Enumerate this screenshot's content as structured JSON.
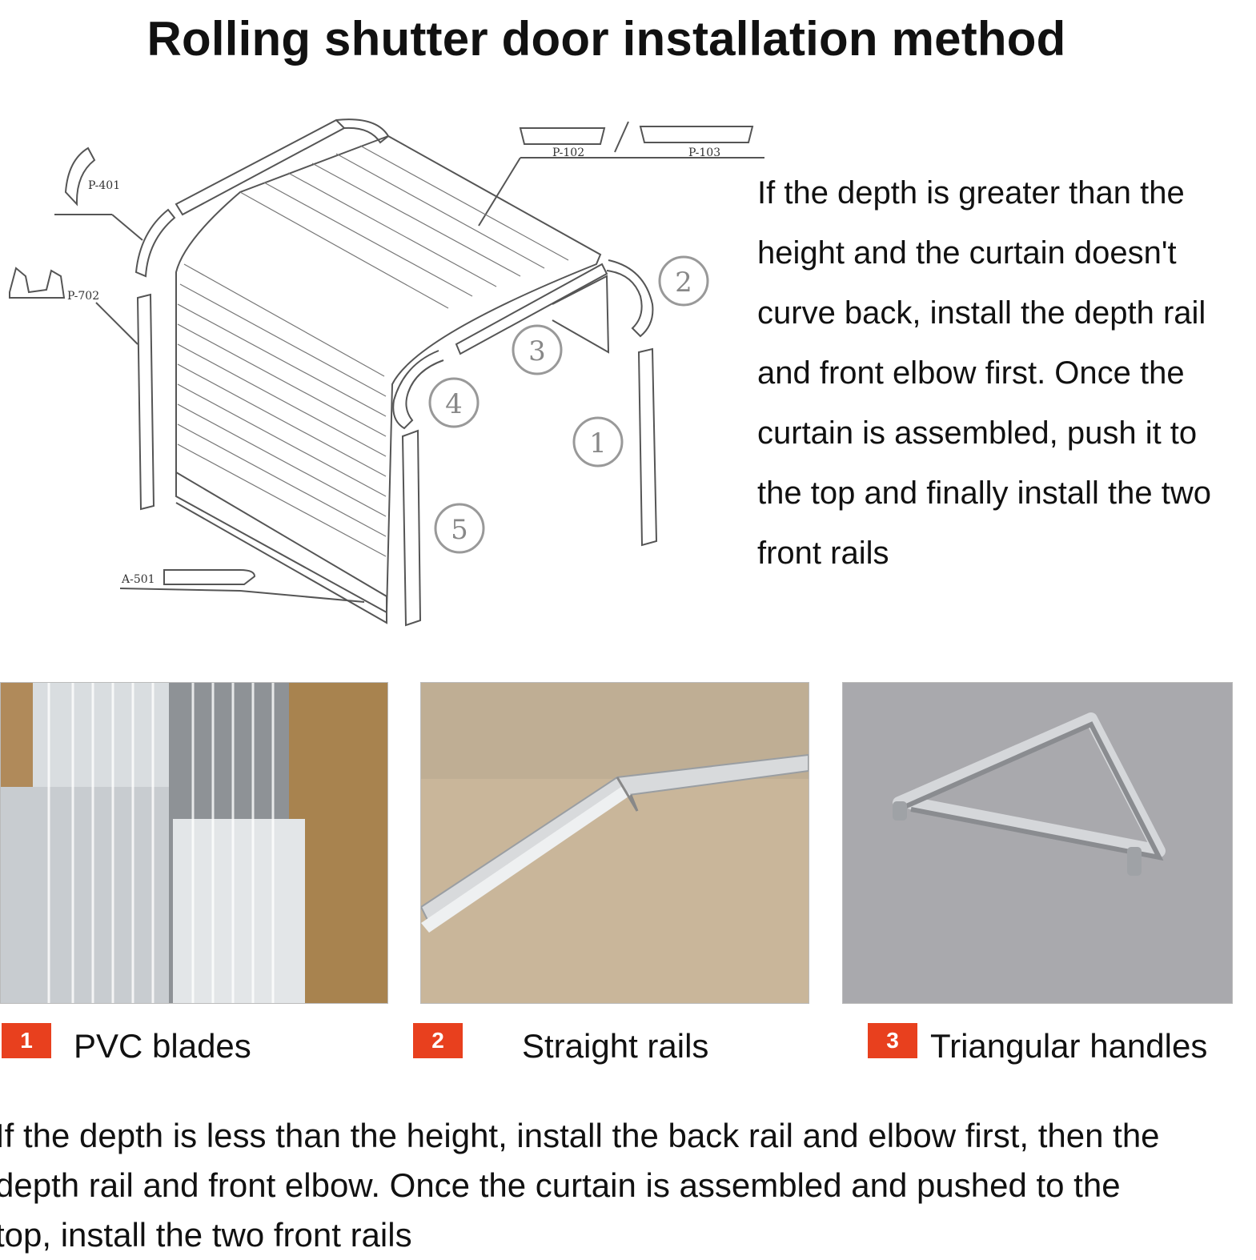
{
  "title": "Rolling shutter door installation method",
  "diagram": {
    "part_labels": {
      "p401": "P-401",
      "p702": "P-702",
      "p102a": "P-102",
      "p102b": "P-103",
      "a501": "A-501"
    },
    "step_numbers": [
      "1",
      "2",
      "3",
      "4",
      "5"
    ]
  },
  "right_text": "If the depth is greater than the\nheight and the curtain doesn't\ncurve back, install the depth rail\nand front elbow first. Once the\ncurtain is assembled, push it to\nthe top and finally install the two\nfront rails",
  "items": [
    {
      "number": "1",
      "label": "PVC blades"
    },
    {
      "number": "2",
      "label": "Straight rails"
    },
    {
      "number": "3",
      "label": "Triangular handles"
    }
  ],
  "bottom_text": [
    "If the depth is less than the height, install the back rail and elbow first, then the",
    "depth rail and front elbow. Once the curtain is assembled and pushed to the",
    "top, install the two front rails"
  ],
  "colors": {
    "badge": "#e8401e"
  }
}
